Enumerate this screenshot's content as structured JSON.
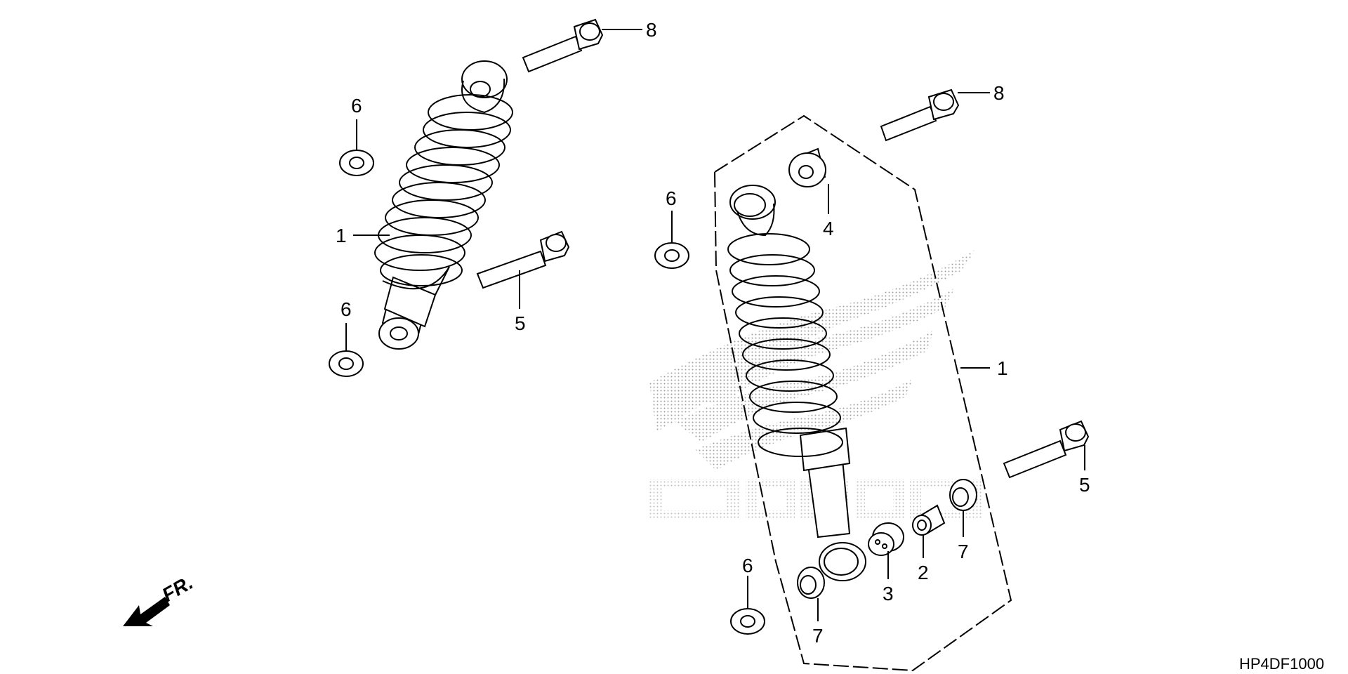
{
  "diagram": {
    "labels": {
      "shock_left": "1",
      "shock_right": "1",
      "collar": "2",
      "bushing": "3",
      "upper_bushing": "4",
      "bolt_left": "5",
      "bolt_right": "5",
      "nut_left_upper": "6",
      "nut_left_lower": "6",
      "nut_mid_upper": "6",
      "nut_mid_lower": "6",
      "seal_left": "7",
      "seal_right": "7",
      "bolt_top_left": "8",
      "bolt_top_right": "8"
    },
    "direction_arrow": "FR.",
    "diagram_code": "HP4DF1000",
    "watermark": {
      "logo": "Honda wing",
      "text": "HONDA"
    }
  }
}
